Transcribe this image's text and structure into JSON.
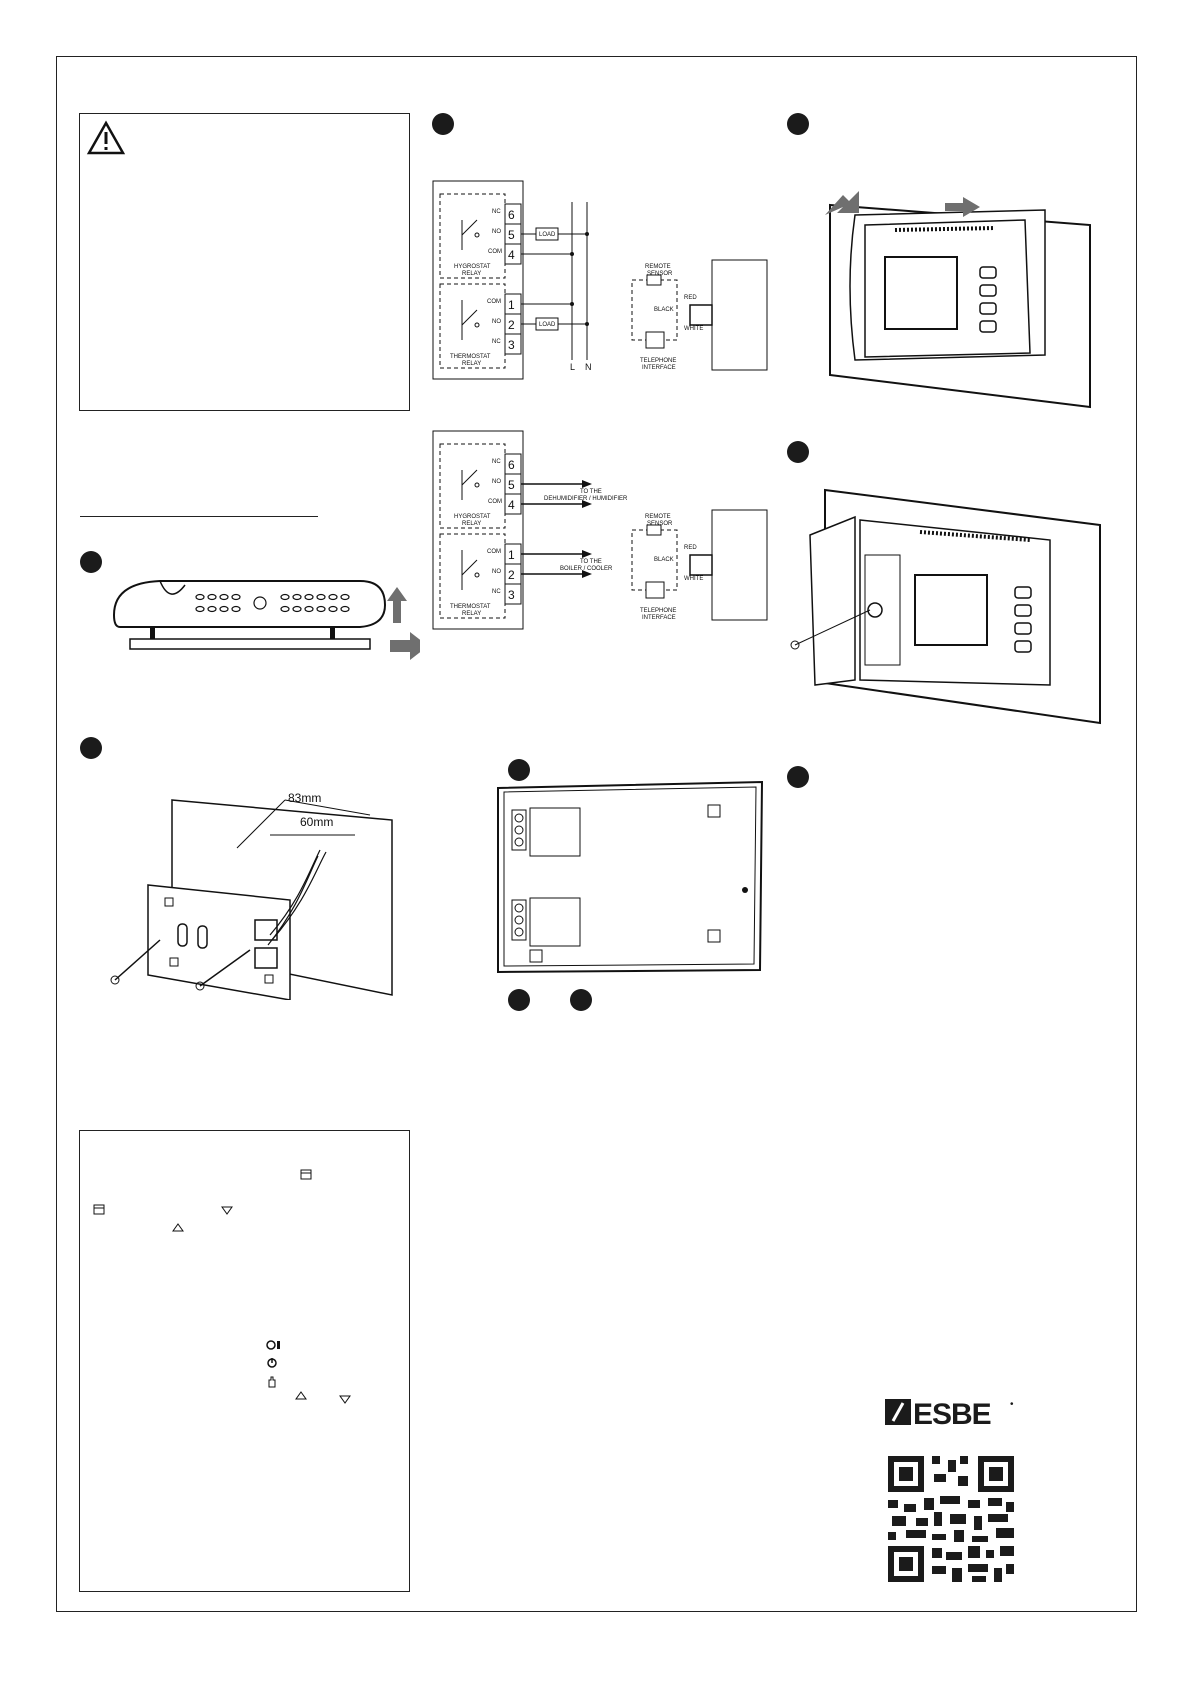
{
  "colors": {
    "ink": "#1b1b1b",
    "arrow": "#6f6f6f",
    "line": "#222222"
  },
  "wiring1": {
    "terminals": [
      "6",
      "5",
      "4",
      "1",
      "2",
      "3"
    ],
    "hygro_contacts": [
      "NC",
      "NO",
      "COM"
    ],
    "thermo_contacts": [
      "COM",
      "NO",
      "NC"
    ],
    "hygro_label": "HYGROSTAT",
    "hygro_label2": "RELAY",
    "thermo_label": "THERMOSTAT",
    "thermo_label2": "RELAY",
    "load": "LOAD",
    "line_l": "L",
    "line_n": "N",
    "remote_sensor": "REMOTE",
    "remote_sensor2": "SENSOR",
    "red": "RED",
    "black": "BLACK",
    "white": "WHITE",
    "telephone": "TELEPHONE",
    "telephone2": "INTERFACE"
  },
  "wiring2": {
    "to_dehum": "TO THE",
    "to_dehum2": "DEHUMIDIFIER / HUMIDIFIER",
    "to_boiler": "TO THE",
    "to_boiler2": "BOILER / COOLER"
  },
  "mounting": {
    "dim_outer": "83mm",
    "dim_inner": "60mm"
  },
  "icons": {
    "warning": "warning-triangle-icon",
    "calendar": "calendar-icon",
    "down": "down-triangle-icon",
    "up": "up-triangle-icon",
    "clock_mode": "clock-mode-icon",
    "power": "power-icon",
    "hand": "manual-hand-icon"
  },
  "brand": {
    "name": "ESBE",
    "mark": "•"
  }
}
